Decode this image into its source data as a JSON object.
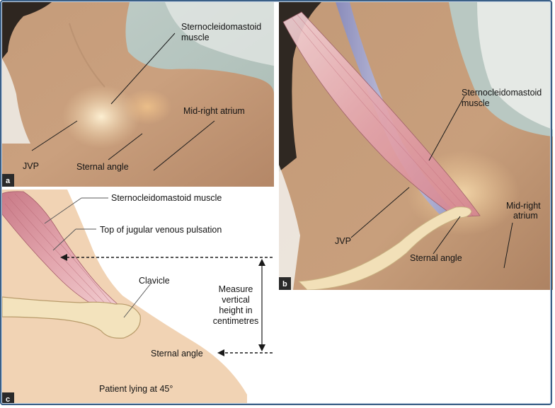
{
  "panel_a": {
    "badge": "a",
    "labels": {
      "scm_line1": "Sternocleidomastoid",
      "scm_line2": "muscle",
      "atrium": "Mid-right atrium",
      "jvp": "JVP",
      "sternal_angle": "Sternal angle"
    }
  },
  "panel_b": {
    "badge": "b",
    "labels": {
      "scm_line1": "Sternocleidomastoid",
      "scm_line2": "muscle",
      "jvp": "JVP",
      "sternal_angle": "Sternal angle",
      "atrium_line1": "Mid-right",
      "atrium_line2": "atrium"
    }
  },
  "panel_c": {
    "badge": "c",
    "labels": {
      "scm": "Sternocleidomastoid muscle",
      "jvp_top": "Top of jugular venous pulsation",
      "clavicle": "Clavicle",
      "measure_line1": "Measure",
      "measure_line2": "vertical",
      "measure_line3": "height in",
      "measure_line4": "centimetres",
      "sternal_angle": "Sternal angle",
      "caption": "Patient lying at 45°"
    }
  },
  "colors": {
    "frame": "#3a5f86",
    "skin": "#c99f7d",
    "muscle": "#d98e98",
    "vein": "#8f98d0",
    "clavicle": "#f1dfb6",
    "background_wall": "#b6c7c0",
    "badge": "#2a2a2a"
  }
}
